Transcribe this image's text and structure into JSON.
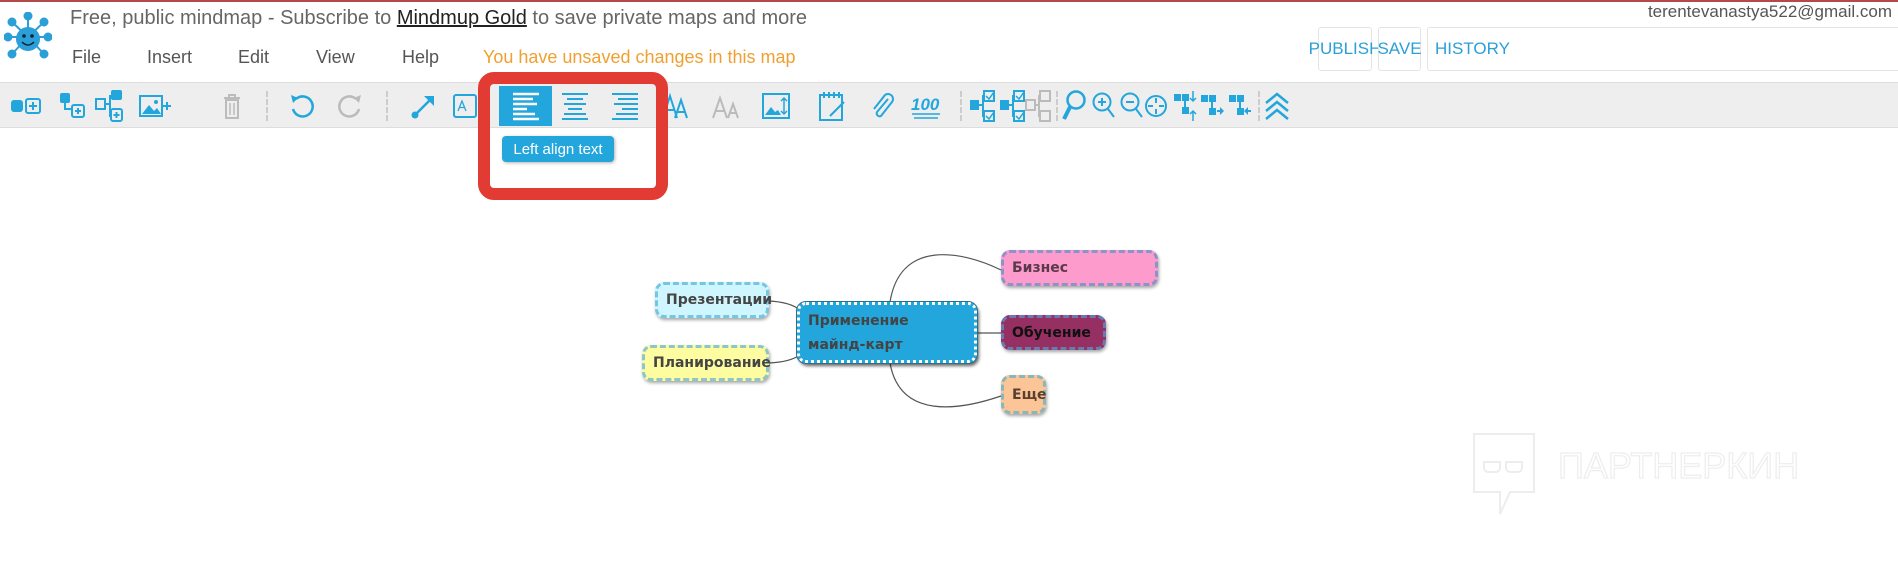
{
  "header": {
    "title_prefix": "Free, public mindmap - Subscribe to ",
    "title_link": "Mindmup Gold",
    "title_suffix": " to save private maps and more",
    "email": "terentevanastya522@gmail.com",
    "unsaved": "You have unsaved changes in this map"
  },
  "menu": [
    "File",
    "Insert",
    "Edit",
    "View",
    "Help"
  ],
  "buttons": {
    "publish": "PUBLISH",
    "save": "SAVE",
    "history": "HISTORY"
  },
  "toolbar": {
    "tooltip": "Left align text",
    "active_tool": "left-align-text"
  },
  "colors": {
    "accent": "#23a6dc",
    "highlight": "#e23b33",
    "unsaved": "#f0a030"
  },
  "mindmap": {
    "root": "Применение майнд-карт",
    "left": [
      "Презентации",
      "Планирование"
    ],
    "right": [
      "Бизнес",
      "Обучение",
      "Еще"
    ]
  },
  "watermark": "ПАРТНЕРКИН"
}
